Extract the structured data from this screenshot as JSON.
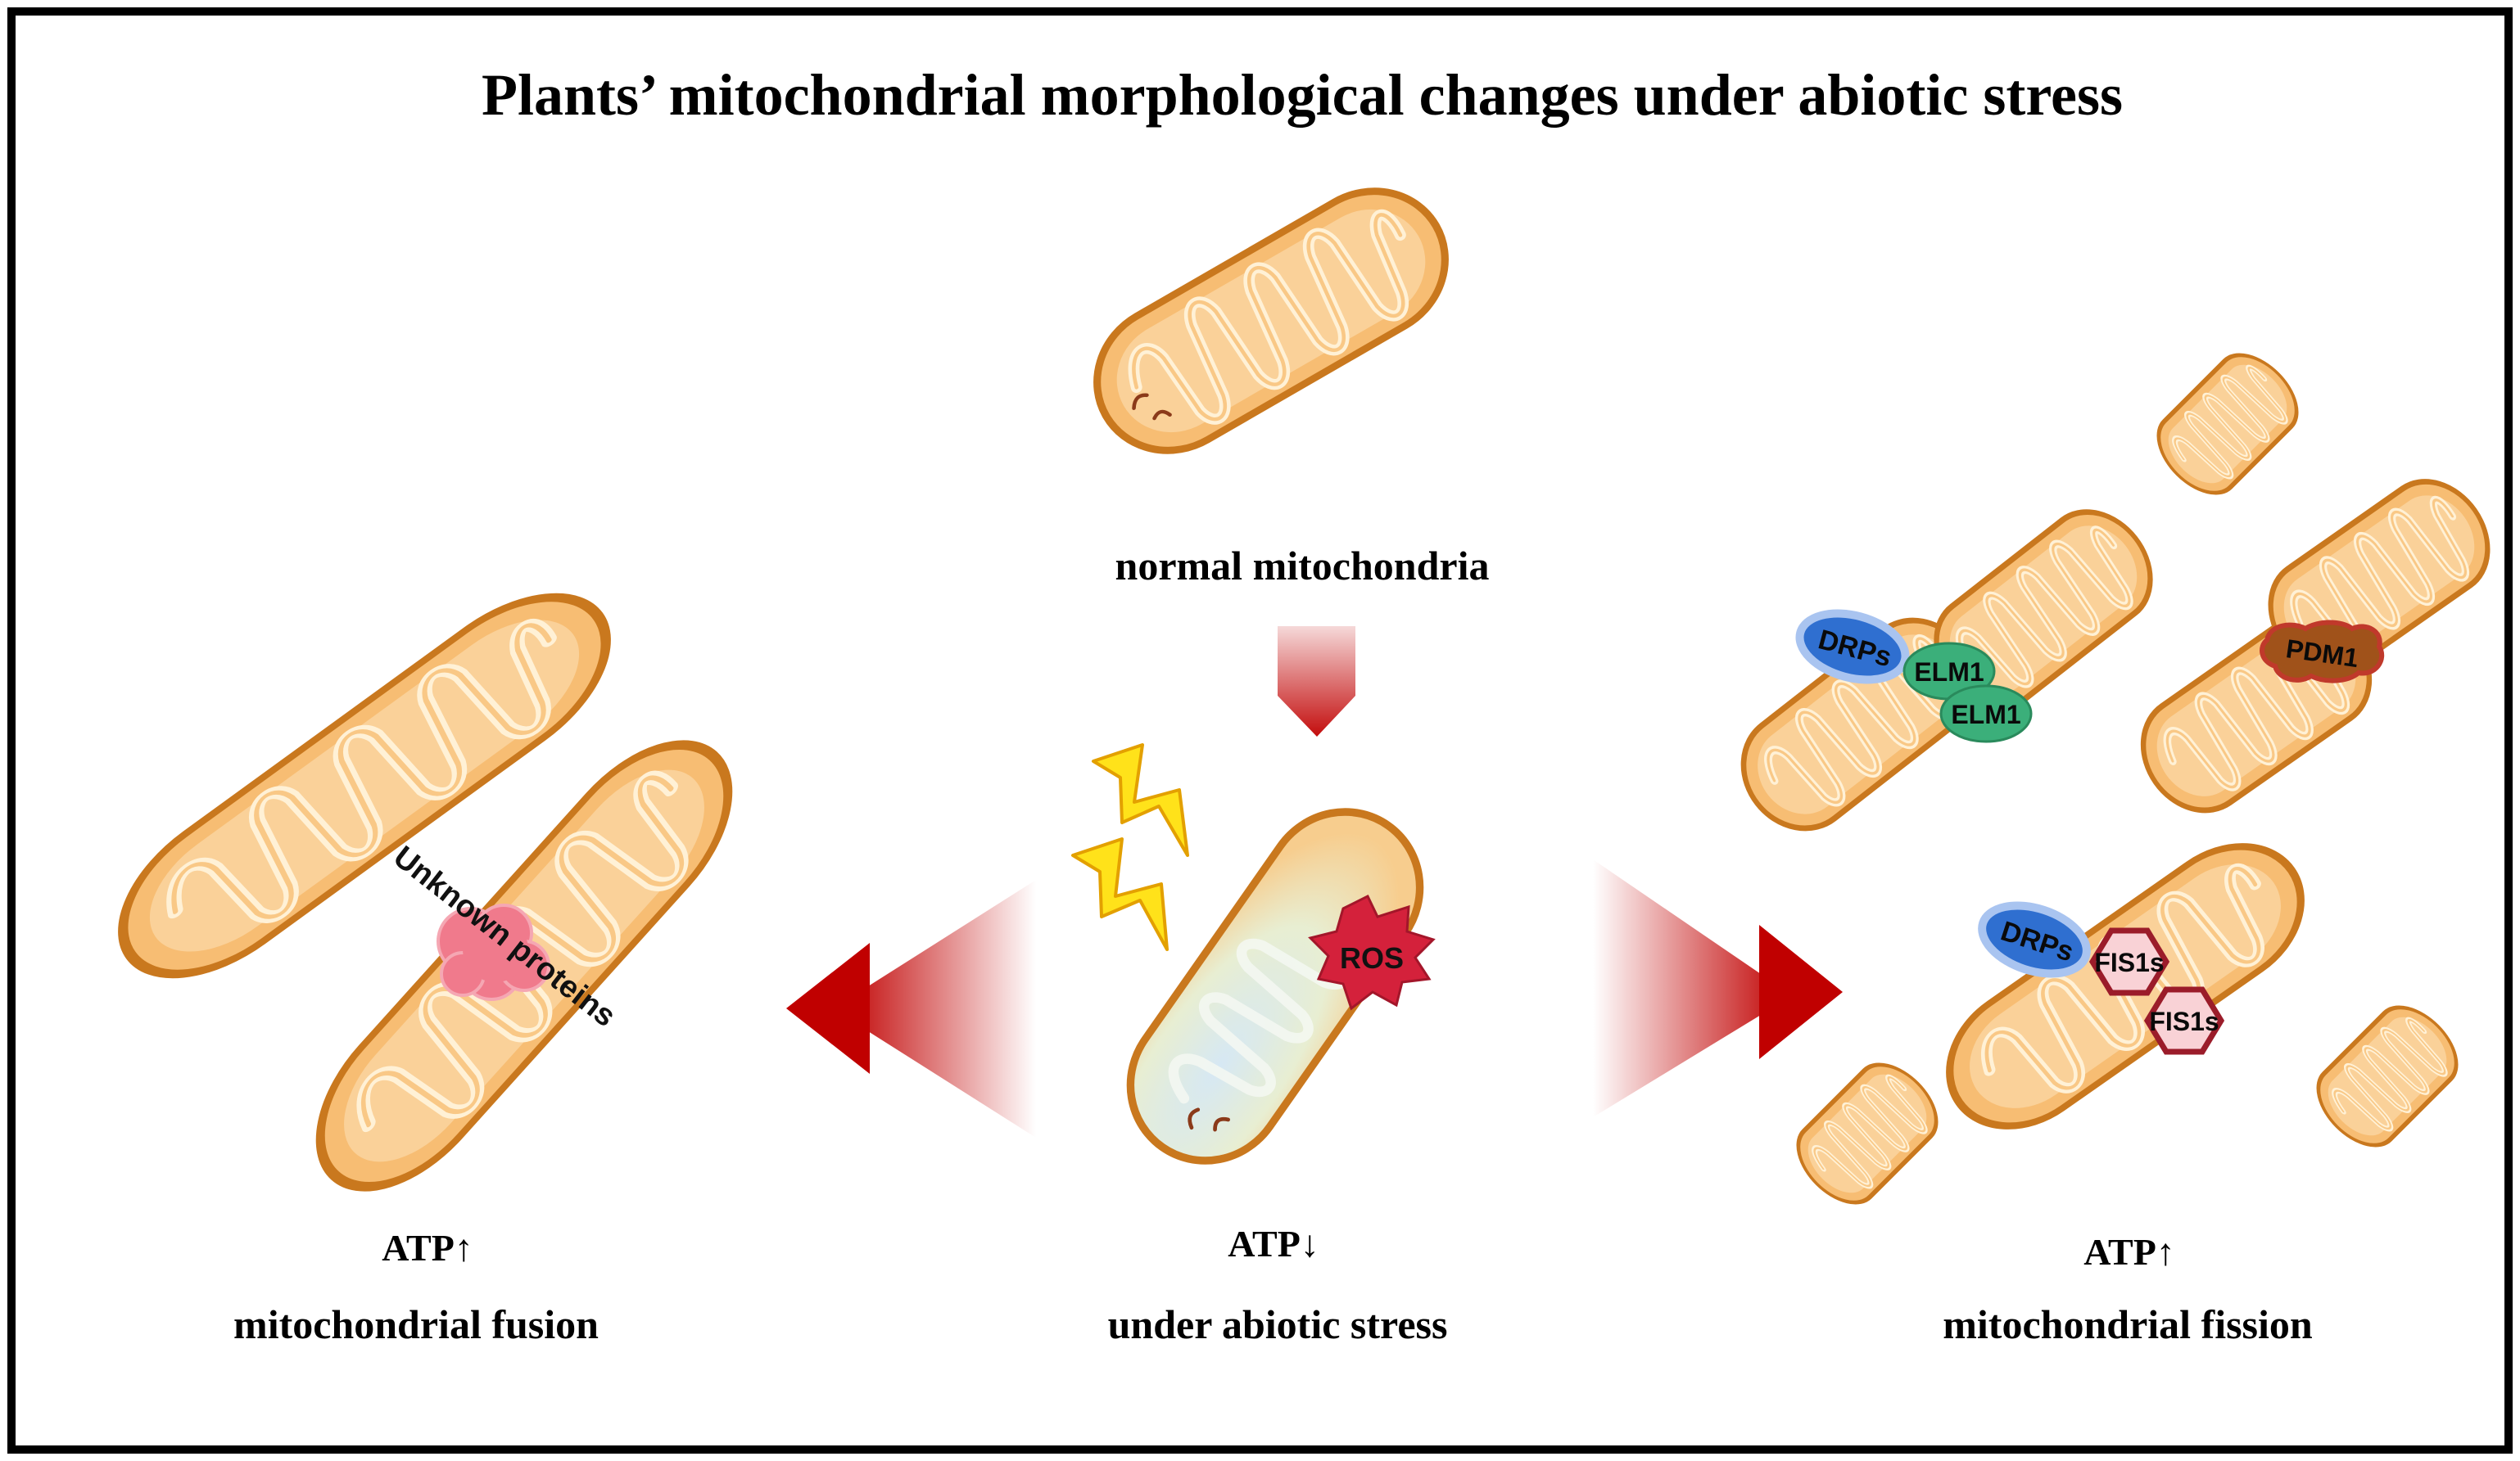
{
  "title": "Plants’ mitochondrial morphological changes under abiotic stress",
  "labels": {
    "normal": "normal mitochondria",
    "stress": "under abiotic stress",
    "fusion": "mitochondrial fusion",
    "fission": "mitochondrial fission"
  },
  "atp": {
    "fusion": "ATP↑",
    "stress": "ATP↓",
    "fission": "ATP↑"
  },
  "proteins": {
    "ros": "ROS",
    "unknown": "Unknown proteins",
    "drps_top": "DRPs",
    "elm1_a": "ELM1",
    "elm1_b": "ELM1",
    "pdm1": "PDM1",
    "drps_bottom": "DRPs",
    "fis1s_a": "FIS1s",
    "fis1s_b": "FIS1s"
  },
  "colors": {
    "mito_fill": "#F7BD73",
    "mito_outline": "#C9781E",
    "cristae": "#FFF1D6",
    "arrow_red": "#C00000",
    "ros": "#D4213B",
    "drps": "#2F6FD0",
    "elm1": "#3BAF7A",
    "pdm1": "#A0521A",
    "fis1s_fill": "#F9D2D6",
    "fis1s_outline": "#9B1C2A",
    "unknown": "#F07A8C",
    "lightning": "#FFE21A"
  }
}
